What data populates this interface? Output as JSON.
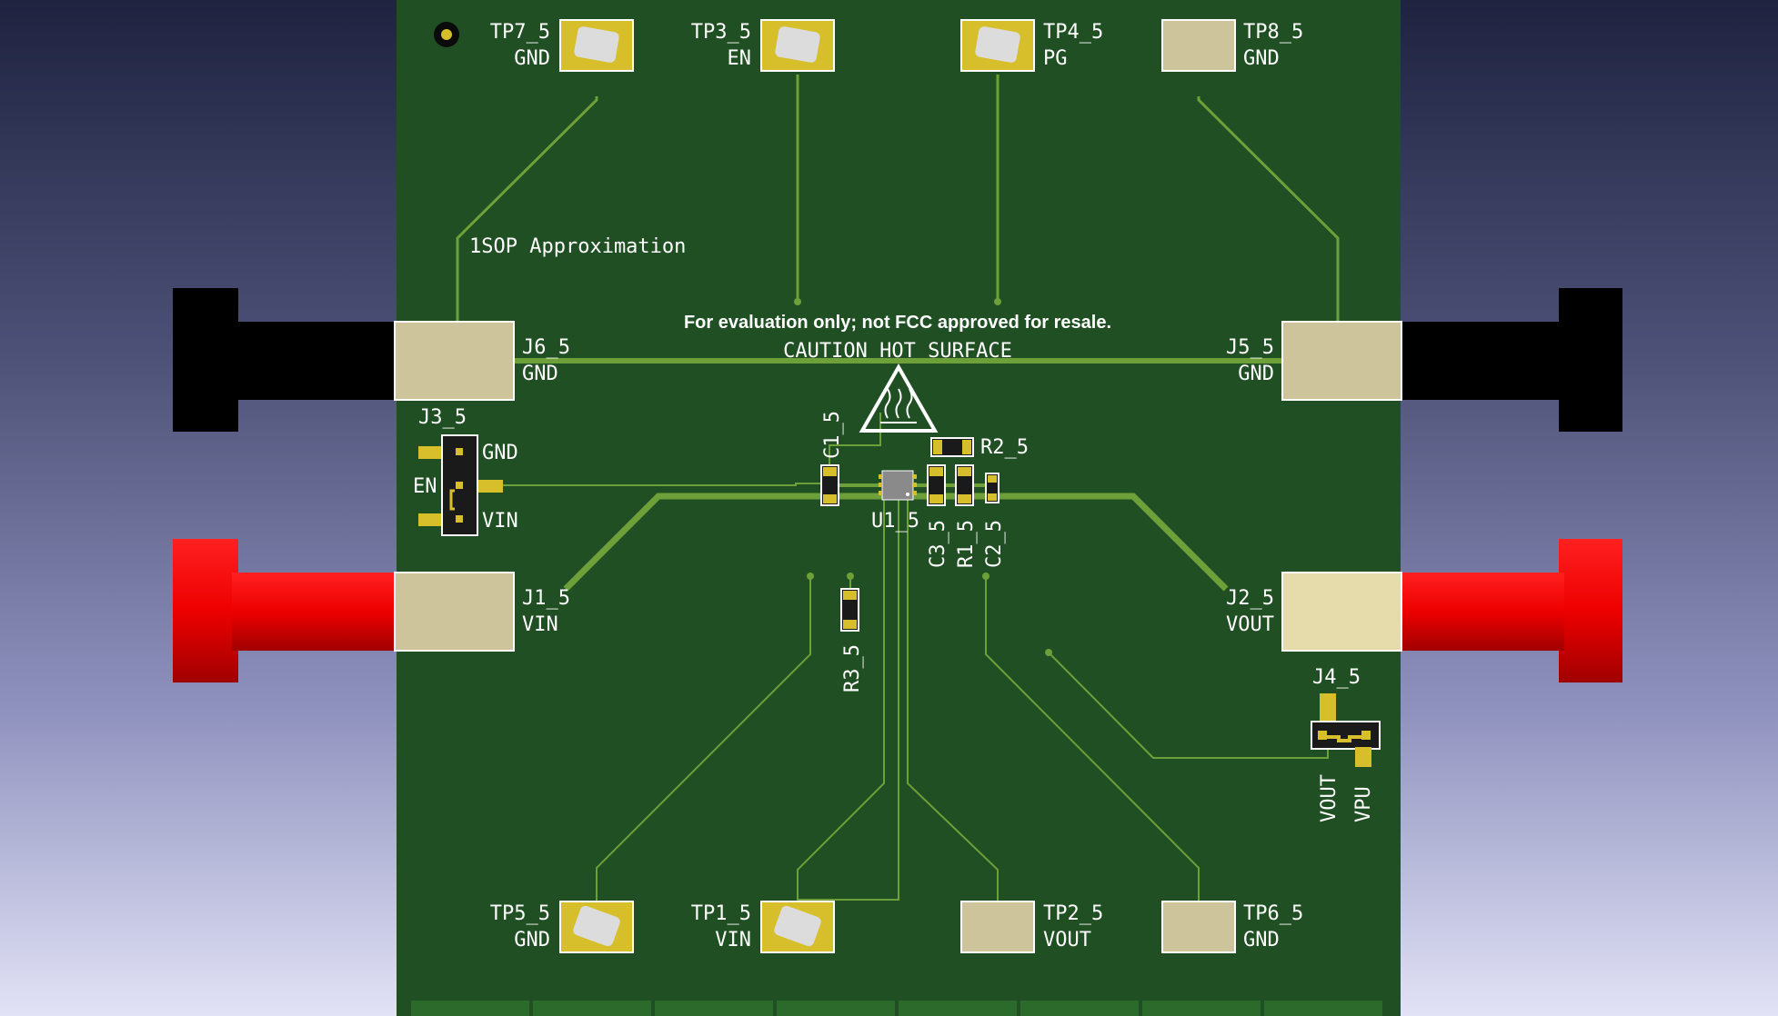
{
  "board": {
    "note": "For evaluation only; not FCC approved for resale.",
    "caution": "CAUTION HOT SURFACE",
    "approx": "1SOP Approximation"
  },
  "test_points": {
    "tp7": {
      "ref": "TP7_5",
      "net": "GND"
    },
    "tp3": {
      "ref": "TP3_5",
      "net": "EN"
    },
    "tp4": {
      "ref": "TP4_5",
      "net": "PG"
    },
    "tp8": {
      "ref": "TP8_5",
      "net": "GND"
    },
    "tp5": {
      "ref": "TP5_5",
      "net": "GND"
    },
    "tp1": {
      "ref": "TP1_5",
      "net": "VIN"
    },
    "tp2": {
      "ref": "TP2_5",
      "net": "VOUT"
    },
    "tp6": {
      "ref": "TP6_5",
      "net": "GND"
    }
  },
  "connectors": {
    "j6": {
      "ref": "J6_5",
      "net": "GND"
    },
    "j5": {
      "ref": "J5_5",
      "net": "GND"
    },
    "j1": {
      "ref": "J1_5",
      "net": "VIN"
    },
    "j2": {
      "ref": "J2_5",
      "net": "VOUT"
    }
  },
  "jumpers": {
    "j3": {
      "ref": "J3_5",
      "pin_gnd": "GND",
      "pin_en": "EN",
      "pin_vin": "VIN"
    },
    "j4": {
      "ref": "J4_5",
      "pin_vout": "VOUT",
      "pin_vpu": "VPU"
    }
  },
  "components": {
    "c1": "C1_5",
    "r2": "R2_5",
    "u1": "U1_5",
    "c3": "C3_5",
    "r1": "R1_5",
    "c2": "C2_5",
    "r3": "R3_5"
  },
  "colors": {
    "board": "#1f4f22",
    "trace": "#6ea03a",
    "pad_gold": "#d6bf2a",
    "pad_tan": "#cdc49b",
    "post_black": "#000000",
    "post_red": "#ee0000"
  },
  "icons": {
    "hot_surface": "hot-surface-warning-icon"
  }
}
